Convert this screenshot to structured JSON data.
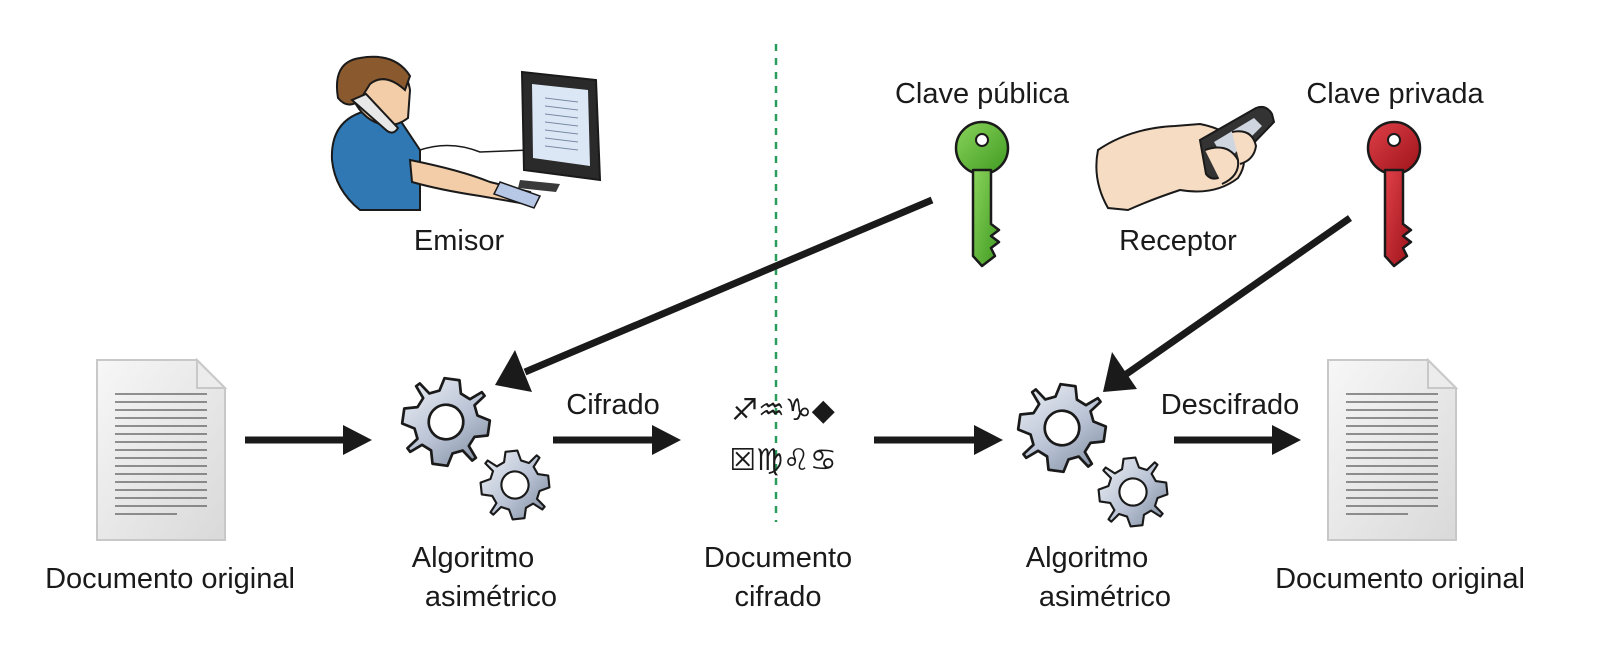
{
  "labels": {
    "emisor": "Emisor",
    "receptor": "Receptor",
    "clave_publica": "Clave pública",
    "clave_privada": "Clave privada",
    "cifrado": "Cifrado",
    "descifrado": "Descifrado",
    "doc_original_left": "Documento original",
    "doc_original_right": "Documento original",
    "algoritmo_left_line1": "Algoritmo",
    "algoritmo_left_line2": "asimétrico",
    "algoritmo_right_line1": "Algoritmo",
    "algoritmo_right_line2": "asimétrico",
    "doc_cifrado_line1": "Documento",
    "doc_cifrado_line2": "cifrado"
  },
  "cipher_symbols": {
    "row1": "♐♒♑◆",
    "row2": "☒♍♌♋"
  },
  "colors": {
    "public_key": "#5cb531",
    "private_key": "#c0202a",
    "divider": "#2a9d5c",
    "arrow": "#1a1a1a",
    "gear": "#b8c2d4"
  },
  "icons": {
    "sender": "person-computer-icon",
    "receiver": "hand-phone-icon",
    "public_key": "key-icon",
    "private_key": "key-icon",
    "document": "document-icon",
    "algorithm": "gear-icon"
  }
}
